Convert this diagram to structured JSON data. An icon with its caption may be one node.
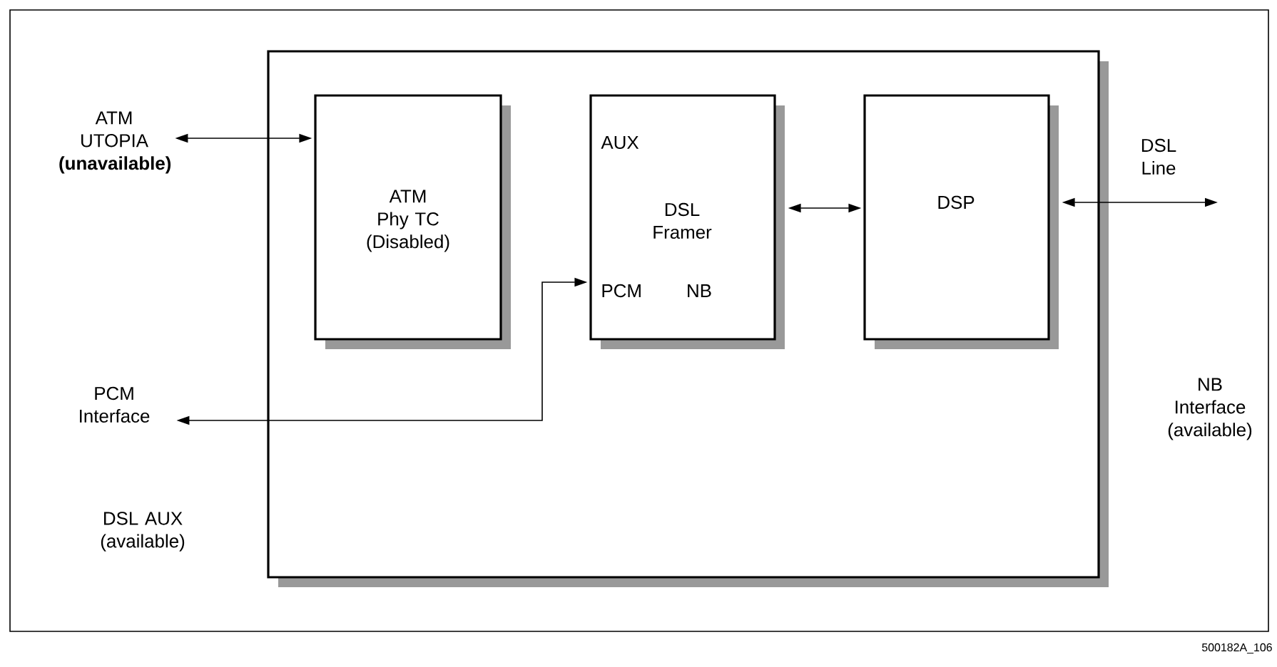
{
  "diagram": {
    "nodes": [
      {
        "text": [],
        "shape": "box"
      },
      {
        "text": [
          "ATM Phy TC (Disabled)"
        ],
        "in": 0
      },
      {
        "text": [
          "AUX",
          "DSL Framer",
          "PCM",
          "NB"
        ],
        "in": 0
      },
      {
        "text": [
          "DSP"
        ],
        "in": 0
      },
      {
        "text": [
          "ATM UTOPIA **(unavailable)**"
        ]
      },
      {
        "text": [
          "PCM Interface"
        ]
      }
    ],
    "edges": [
      {
        "from": 4,
        "to": 1,
        "arrow": "both"
      },
      {
        "from": 2,
        "to": 3,
        "arrow": "both"
      },
      {
        "from": 3,
        "to": null,
        "arrow": "both",
        "label": "DSL Line"
      },
      {
        "from": 2,
        "to": 5,
        "arrow": "both"
      }
    ],
    "labels": [
      "NB Interface (available)",
      "DSL AUX (available)",
      "500182A_106"
    ]
  }
}
